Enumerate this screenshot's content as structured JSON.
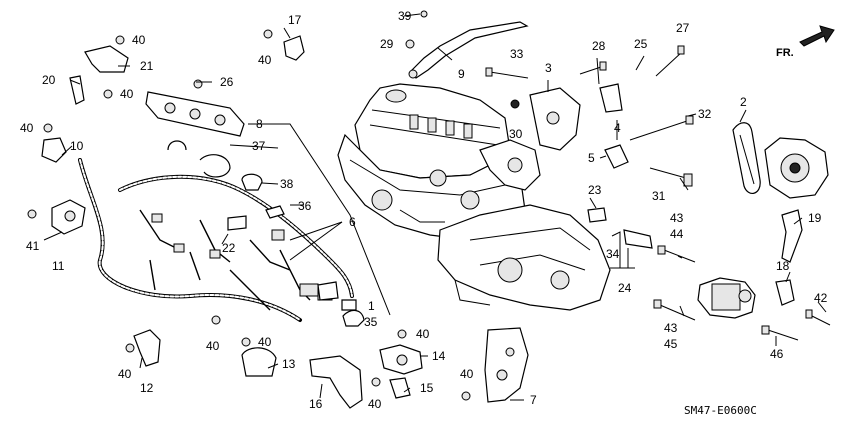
{
  "diagram_code": "SM47-E0600C",
  "front_label": "FR.",
  "callouts": [
    "1",
    "2",
    "3",
    "4",
    "5",
    "6",
    "7",
    "8",
    "9",
    "10",
    "11",
    "12",
    "13",
    "14",
    "15",
    "16",
    "17",
    "18",
    "19",
    "20",
    "21",
    "22",
    "23",
    "24",
    "25",
    "26",
    "27",
    "28",
    "29",
    "30",
    "31",
    "32",
    "33",
    "34",
    "35",
    "36",
    "37",
    "38",
    "39",
    "40",
    "41",
    "42",
    "43",
    "44",
    "45",
    "46"
  ],
  "repeated_labels": {
    "bolt_40": "40",
    "nut_43": "43"
  }
}
